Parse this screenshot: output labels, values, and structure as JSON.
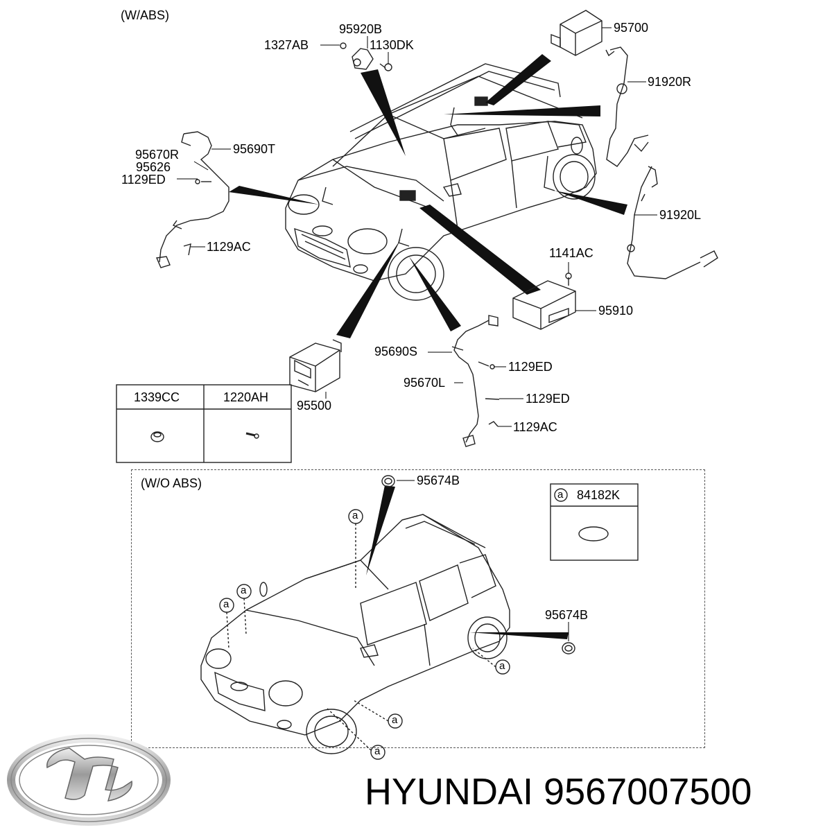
{
  "sections": {
    "with_abs": "(W/ABS)",
    "without_abs": "(W/O ABS)"
  },
  "labels": {
    "p95920B": "95920B",
    "p1327AB": "1327AB",
    "p1130DK": "1130DK",
    "p95700": "95700",
    "p91920R": "91920R",
    "p95670R": "95670R",
    "p95690T": "95690T",
    "p95626": "95626",
    "p1129ED_left": "1129ED",
    "p1129AC_left": "1129AC",
    "p91920L": "91920L",
    "p1141AC": "1141AC",
    "p95910": "95910",
    "p95690S": "95690S",
    "p1129ED_right1": "1129ED",
    "p95670L": "95670L",
    "p1129ED_right2": "1129ED",
    "p1129AC_right": "1129AC",
    "p95500": "95500",
    "p95674B_top": "95674B",
    "p95674B_side": "95674B"
  },
  "parts_table": {
    "col1": "1339CC",
    "col2": "1220AH"
  },
  "legend": {
    "marker": "a",
    "part": "84182K"
  },
  "callout_marker": "a",
  "brand": {
    "name": "HYUNDAI",
    "part_number": "9567007500"
  }
}
